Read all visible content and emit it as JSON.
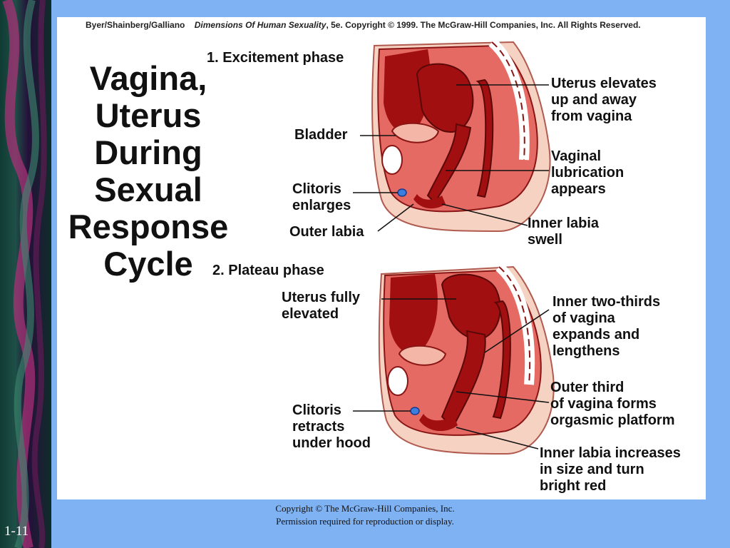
{
  "slide": {
    "number": "1-11"
  },
  "header": {
    "credit_authors": "Byer/Shainberg/Galliano",
    "credit_book": "Dimensions Of Human Sexuality",
    "credit_rest": ", 5e. Copyright © 1999. The McGraw-Hill Companies, Inc. All Rights Reserved."
  },
  "title_lines": [
    "Vagina,",
    "Uterus",
    "During",
    "Sexual",
    "Response",
    "Cycle"
  ],
  "phase1": {
    "heading": "1.  Excitement phase",
    "labels": {
      "bladder": "Bladder",
      "clitoris": [
        "Clitoris",
        "enlarges"
      ],
      "outer_labia": "Outer labia",
      "uterus": [
        "Uterus elevates",
        "up and away",
        "from vagina"
      ],
      "lubrication": [
        "Vaginal",
        "lubrication",
        "appears"
      ],
      "inner_labia": [
        "Inner labia",
        "swell"
      ]
    }
  },
  "phase2": {
    "heading": "2.  Plateau phase",
    "labels": {
      "uterus": [
        "Uterus fully",
        "elevated"
      ],
      "clitoris": [
        "Clitoris",
        "retracts",
        "under hood"
      ],
      "inner_two_thirds": [
        "Inner two-thirds",
        "of vagina",
        "expands and",
        "lengthens"
      ],
      "outer_third": [
        "Outer third",
        "of vagina forms",
        "orgasmic platform"
      ],
      "inner_labia": [
        "Inner labia increases",
        "in size and turn",
        "bright red"
      ]
    }
  },
  "footer": {
    "line1": "Copyright © The McGraw-Hill Companies, Inc.",
    "line2": "Permission required for reproduction or display."
  },
  "colors": {
    "background": "#7fb2f3",
    "tissue_dark": "#a10f10",
    "tissue_mid": "#e46a63",
    "tissue_light": "#f3b6a7",
    "skin": "#f6d2c2",
    "clitoris_blue": "#3c7de0"
  }
}
